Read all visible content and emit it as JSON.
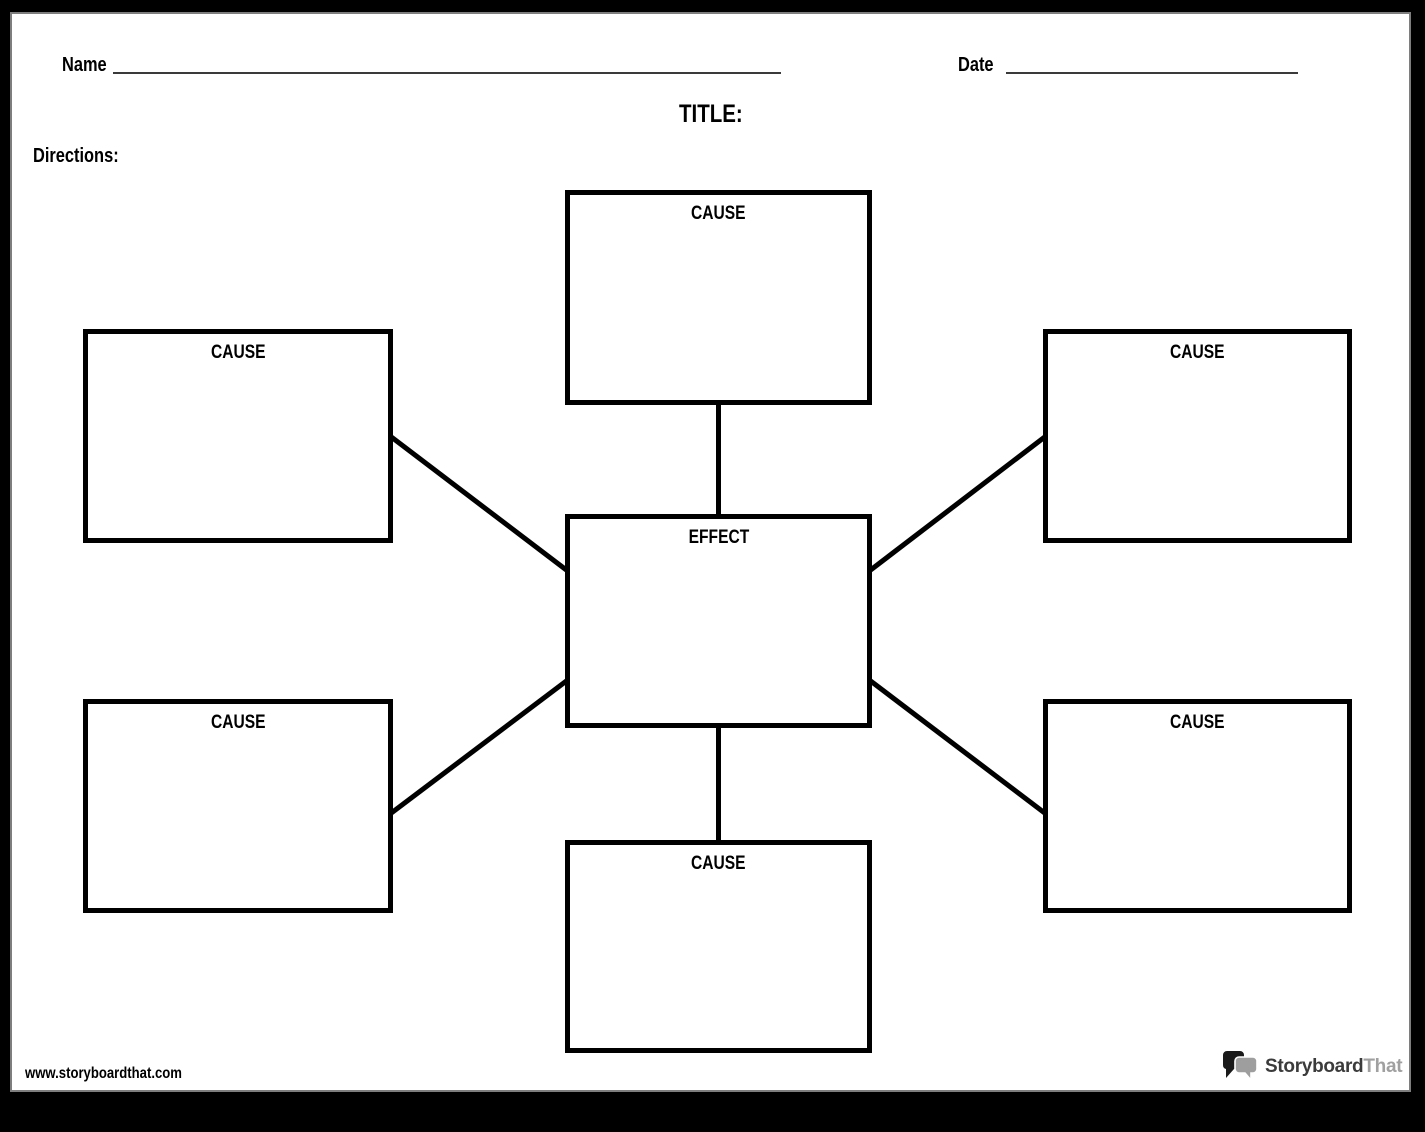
{
  "header": {
    "name_label": "Name",
    "date_label": "Date",
    "title": "TITLE:",
    "directions_label": "Directions:"
  },
  "diagram": {
    "boxes": [
      {
        "id": "cause-top",
        "label": "CAUSE"
      },
      {
        "id": "cause-left-top",
        "label": "CAUSE"
      },
      {
        "id": "cause-right-top",
        "label": "CAUSE"
      },
      {
        "id": "effect",
        "label": "EFFECT"
      },
      {
        "id": "cause-left-bottom",
        "label": "CAUSE"
      },
      {
        "id": "cause-right-bottom",
        "label": "CAUSE"
      },
      {
        "id": "cause-bottom",
        "label": "CAUSE"
      }
    ]
  },
  "footer": {
    "url": "www.storyboardthat.com",
    "logo_primary": "Storyboard",
    "logo_secondary": "That"
  },
  "colors": {
    "frame": "#000000",
    "page_background": "#ffffff",
    "page_edge": "#7e7e7e",
    "box_border": "#000000",
    "connector": "#000000",
    "logo_bubble_dark": "#1a1a1a",
    "logo_bubble_gray": "#9e9e9e",
    "logo_text_primary": "#3b3b3b",
    "logo_text_secondary": "#a0a0a0"
  }
}
